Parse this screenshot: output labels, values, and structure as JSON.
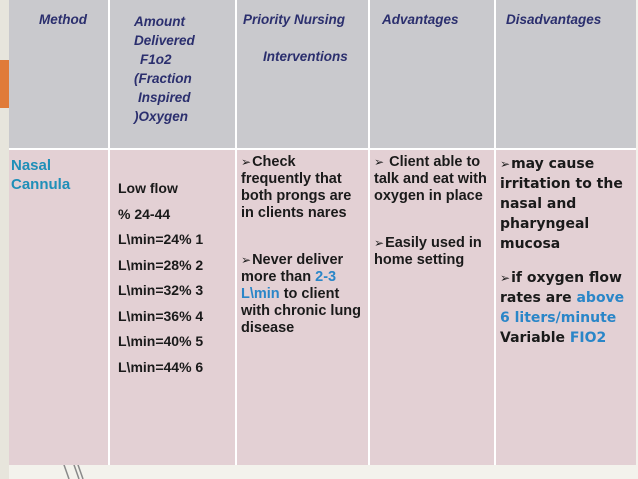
{
  "headers": {
    "method": "Method",
    "amount_lines": [
      "Amount",
      "Delivered",
      "F1o2",
      "(Fraction",
      "Inspired",
      ")Oxygen"
    ],
    "priority_line1": "Priority Nursing",
    "priority_line2": "Interventions",
    "advantages": "Advantages",
    "disadvantages": "Disadvantages"
  },
  "method": {
    "line1": "Nasal",
    "line2": "Cannula"
  },
  "amount": {
    "lines": [
      "Low flow",
      "% 24-44",
      "L\\min=24% 1",
      "L\\min=28% 2",
      "L\\min=32% 3",
      "L\\min=36% 4",
      "L\\min=40% 5",
      "L\\min=44% 6"
    ]
  },
  "priority": {
    "item1": "Check frequently that both prongs are in clients nares",
    "item2_before": "Never deliver more than ",
    "item2_highlight": "2-3 L\\min",
    "item2_after": " to client with chronic lung disease"
  },
  "advantages": {
    "item1": "Client able to talk and eat with oxygen in place",
    "item2": "Easily used in home setting"
  },
  "disadvantages": {
    "item1": "may cause irritation to the nasal and pharyngeal mucosa",
    "item2_before": "if oxygen flow rates are ",
    "item2_highlight": "above 6 liters/minute",
    "item3_before": "Variable ",
    "item3_highlight": "FIO2"
  },
  "colors": {
    "header_bg": "#c9c9cd",
    "body_bg": "#e3d0d4",
    "header_text": "#2b2f6e",
    "method_text": "#1f8fb8",
    "highlight": "#2a86c8",
    "accent": "#e07b39"
  },
  "icons": {
    "bullet": "arrow-bullet-icon"
  }
}
